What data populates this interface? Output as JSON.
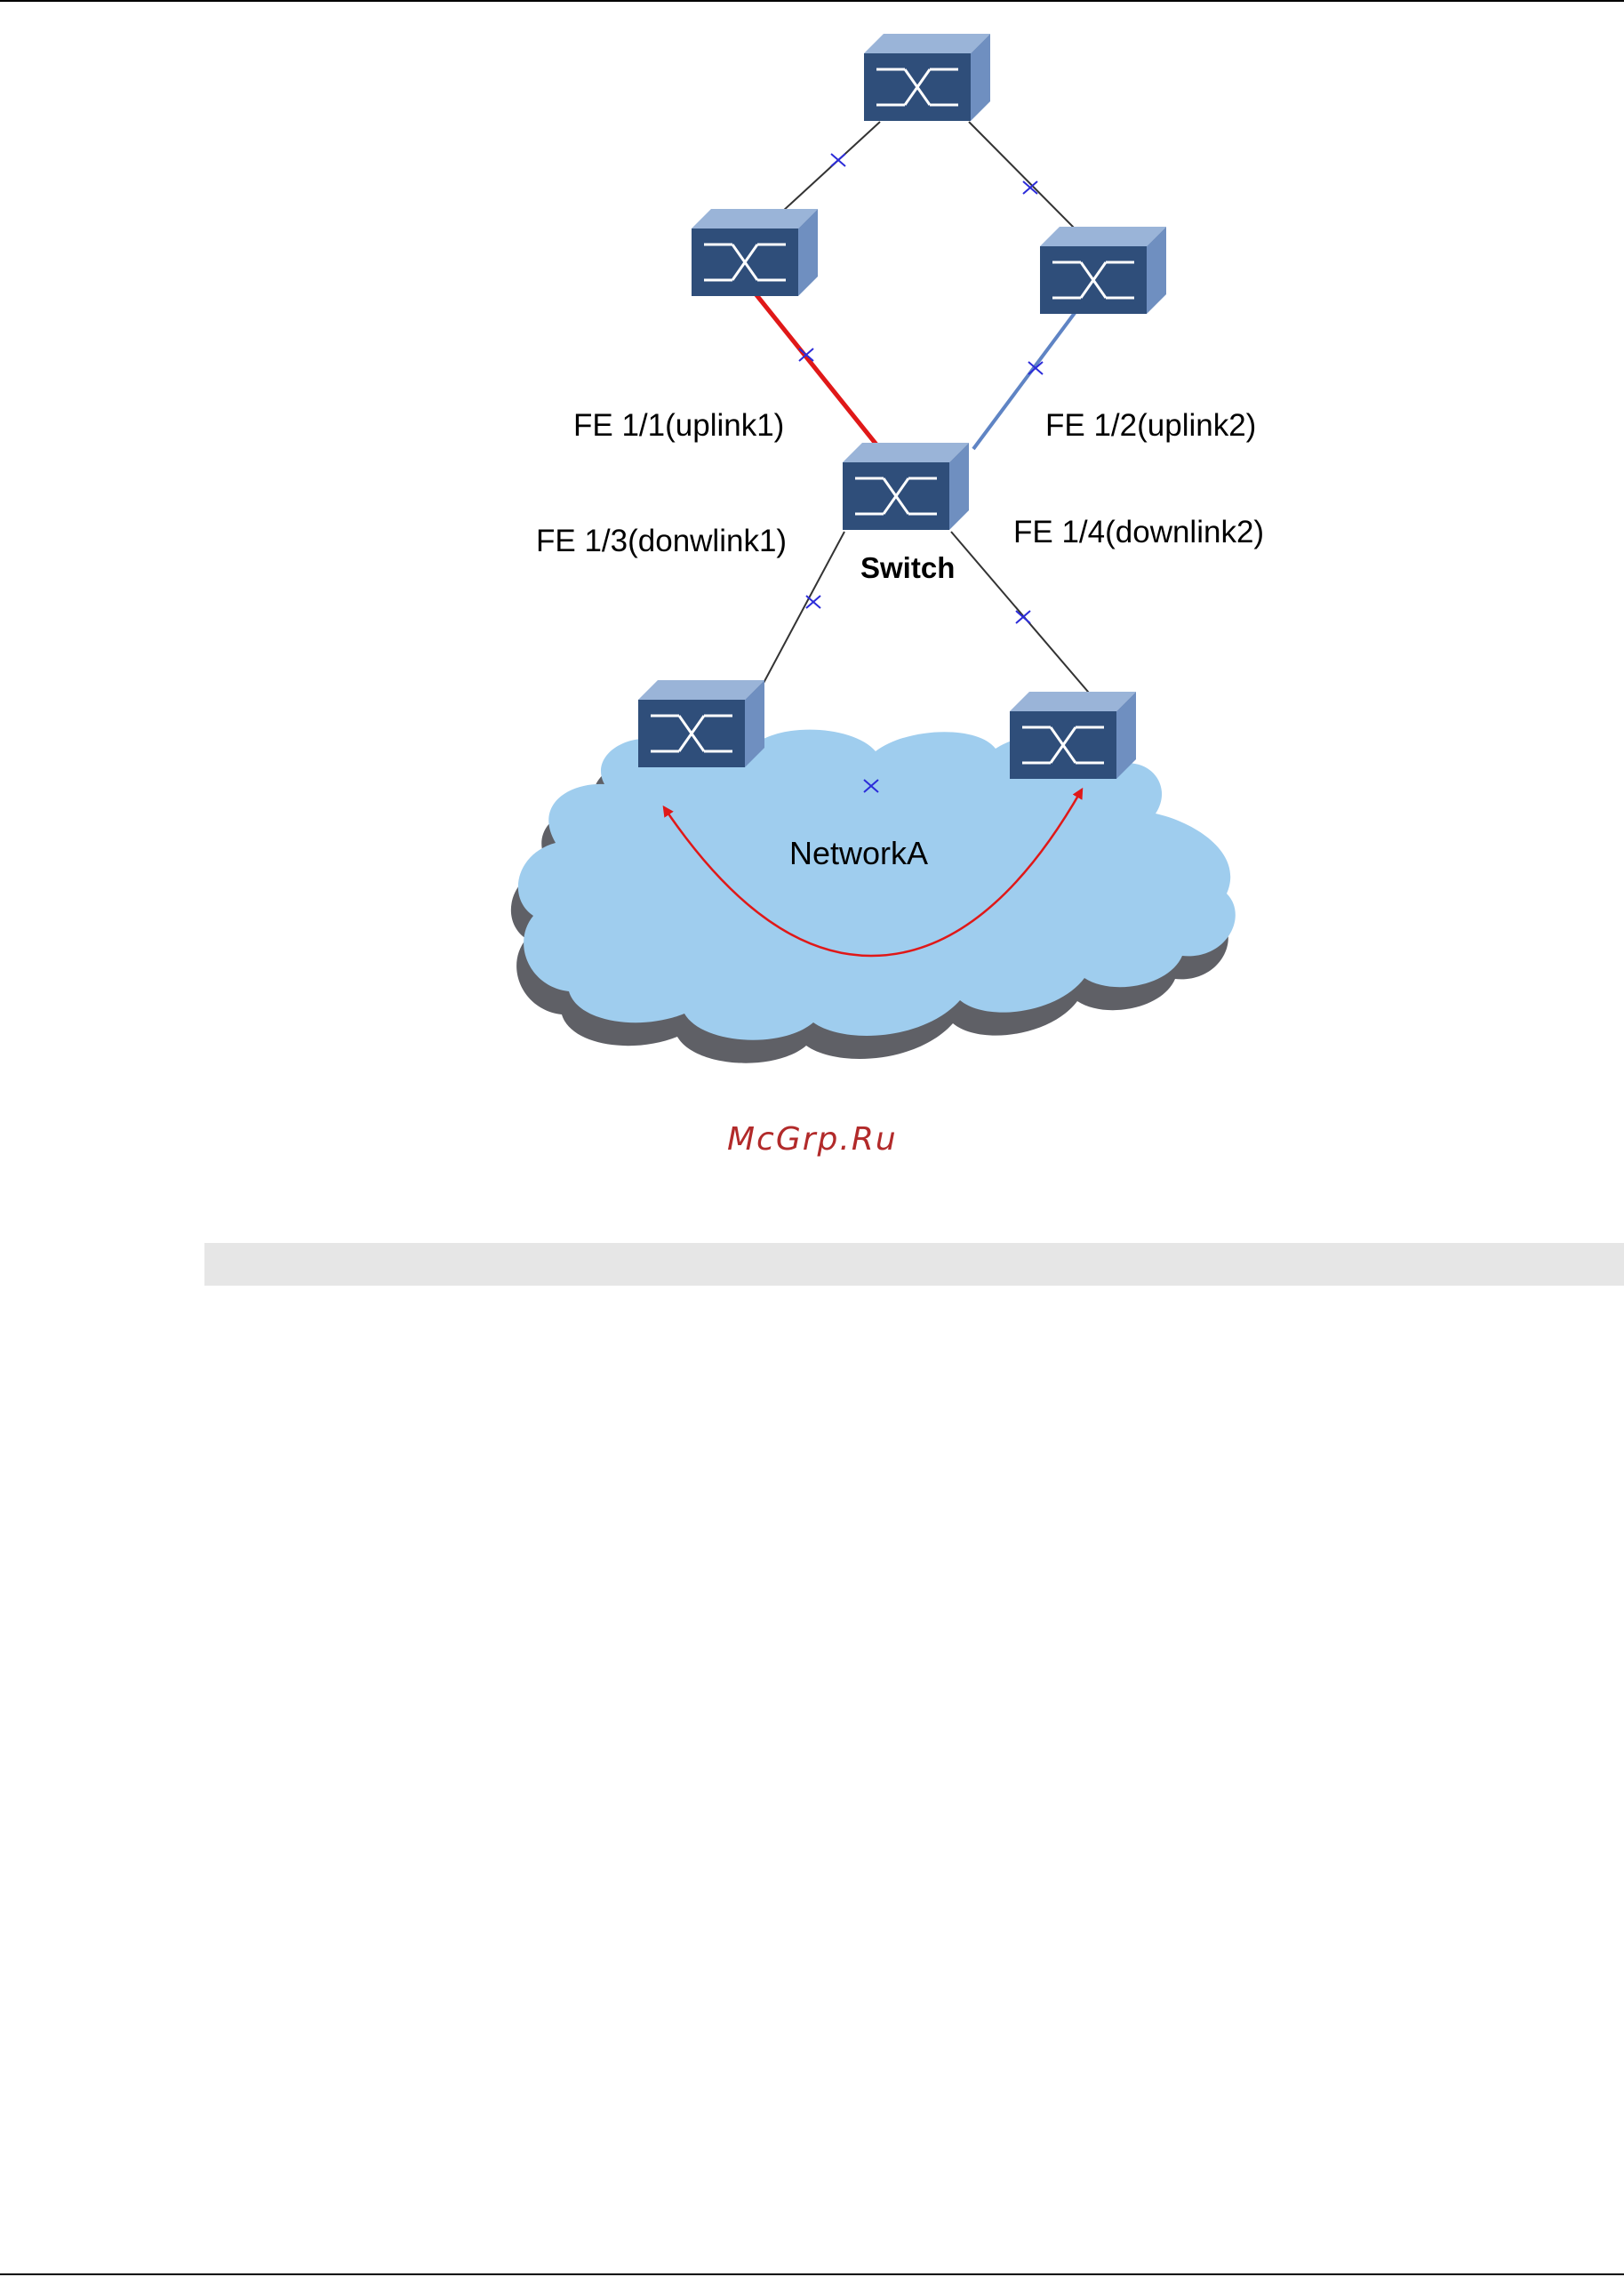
{
  "diagram": {
    "labels": {
      "uplink1": "FE 1/1(uplink1)",
      "uplink2": "FE 1/2(uplink2)",
      "downlink1": "FE 1/3(donwlink1)",
      "downlink2": "FE 1/4(downlink2)",
      "switch": "Switch",
      "network": "NetworkA"
    },
    "colors": {
      "switch_front": "#2f4e7a",
      "switch_top": "#9ab4d8",
      "switch_side": "#6f8fc0",
      "link_default": "#333333",
      "link_uplink1": "#e01818",
      "link_uplink2": "#5f84c4",
      "cloud_fill": "#9fcdee",
      "cloud_shadow": "#5f6066",
      "arrow": "#e01818",
      "block_marker": "#2b2bd9"
    }
  },
  "watermark": "McGrp.Ru"
}
